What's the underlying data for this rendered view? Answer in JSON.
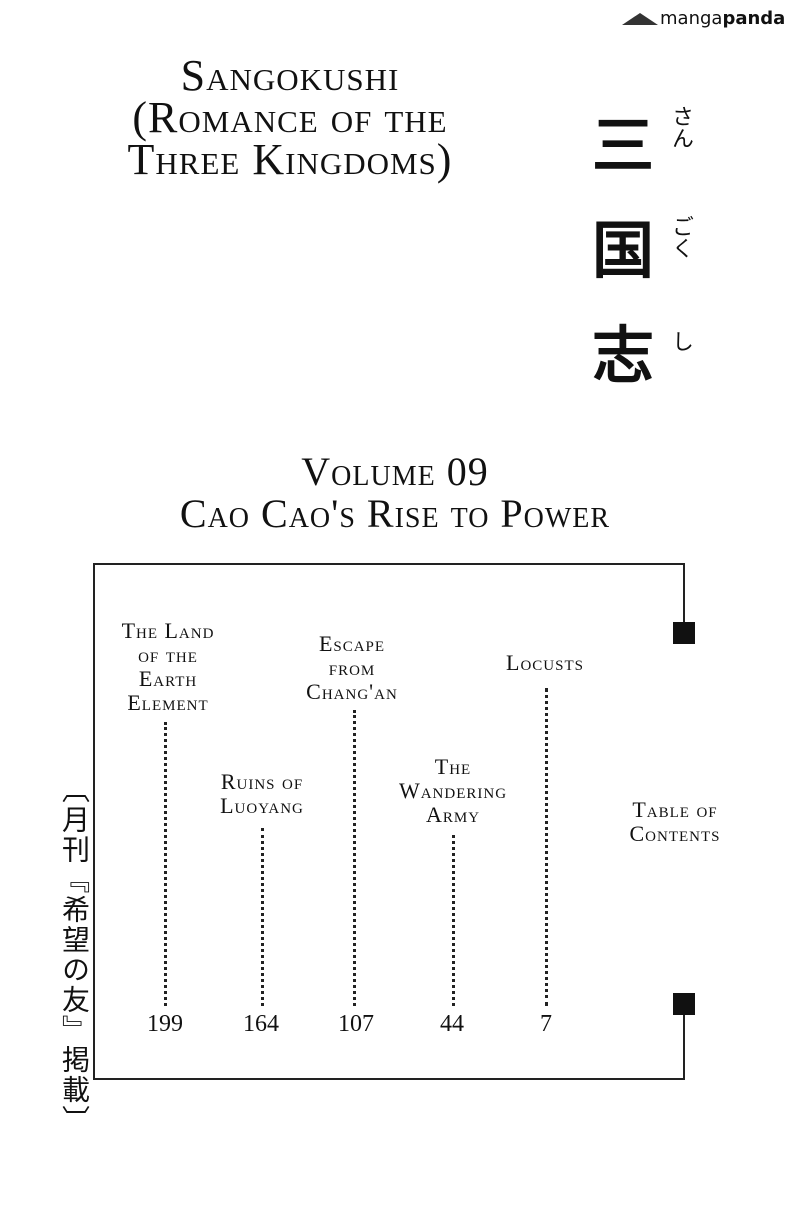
{
  "logo": {
    "part1": "manga",
    "part2": "panda"
  },
  "header": {
    "title_lines": [
      "Sangokushi",
      "(Romance of the",
      "Three Kingdoms)"
    ],
    "kanji": [
      "三",
      "国",
      "志"
    ],
    "furigana": [
      "さん",
      "ごく",
      "し"
    ]
  },
  "volume": {
    "number_line": "Volume 09",
    "subtitle": "Cao Cao's Rise to Power"
  },
  "toc": {
    "label": [
      "Table of",
      "Contents"
    ],
    "chapters": [
      {
        "title": [
          "Locusts"
        ],
        "page": "7"
      },
      {
        "title": [
          "The",
          "Wandering",
          "Army"
        ],
        "page": "44"
      },
      {
        "title": [
          "Escape",
          "from",
          "Chang'an"
        ],
        "page": "107"
      },
      {
        "title": [
          "Ruins of",
          "Luoyang"
        ],
        "page": "164"
      },
      {
        "title": [
          "The Land",
          "of the",
          "Earth",
          "Element"
        ],
        "page": "199"
      }
    ]
  },
  "side_note": "〔月刊『希望の友』掲載〕"
}
